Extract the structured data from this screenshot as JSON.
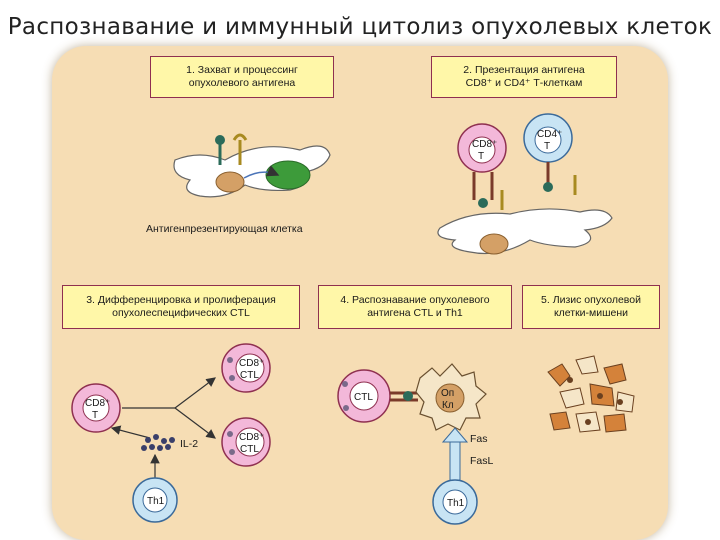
{
  "title": "Распознавание и иммунный цитолиз опухолевых клеток",
  "steps": [
    {
      "line1": "1. Захват и процессинг",
      "line2": "опухолевого антигена"
    },
    {
      "line1": "2. Презентация антигена",
      "line2": "CD8⁺ и CD4⁺ Т-клеткам"
    },
    {
      "line1": "3. Дифференцировка и пролиферация",
      "line2": "опухолеспецифических CTL"
    },
    {
      "line1": "4. Распознавание опухолевого",
      "line2": "антигена CTL и Th1"
    },
    {
      "line1": "5. Лизис опухолевой",
      "line2": "клетки-мишени"
    }
  ],
  "labels": {
    "apc": "Антигенпрезентирующая клетка",
    "cd8t_a": "CD8⁺",
    "cd8t_b": "T",
    "cd4t_a": "CD4⁺",
    "cd4t_b": "T",
    "cd8ctl_a": "CD8⁺",
    "cd8ctl_b": "CTL",
    "il2": "IL-2",
    "th1": "Th1",
    "ctl": "CTL",
    "tumor_a": "Оп",
    "tumor_b": "Кл",
    "fas": "Fas",
    "fasl": "FasL"
  },
  "colors": {
    "panel_bg": "#f6ddb4",
    "caption_bg": "#fff7a8",
    "caption_border": "#8f3050",
    "t_cell_fill": "#f3b8d9",
    "th1_fill": "#c8e4f4",
    "apc_fill": "#ffffff",
    "nucleus_brown": "#d4a066",
    "nucleus_green": "#3d9b3a",
    "tumor_fill": "#f5e6c8"
  }
}
